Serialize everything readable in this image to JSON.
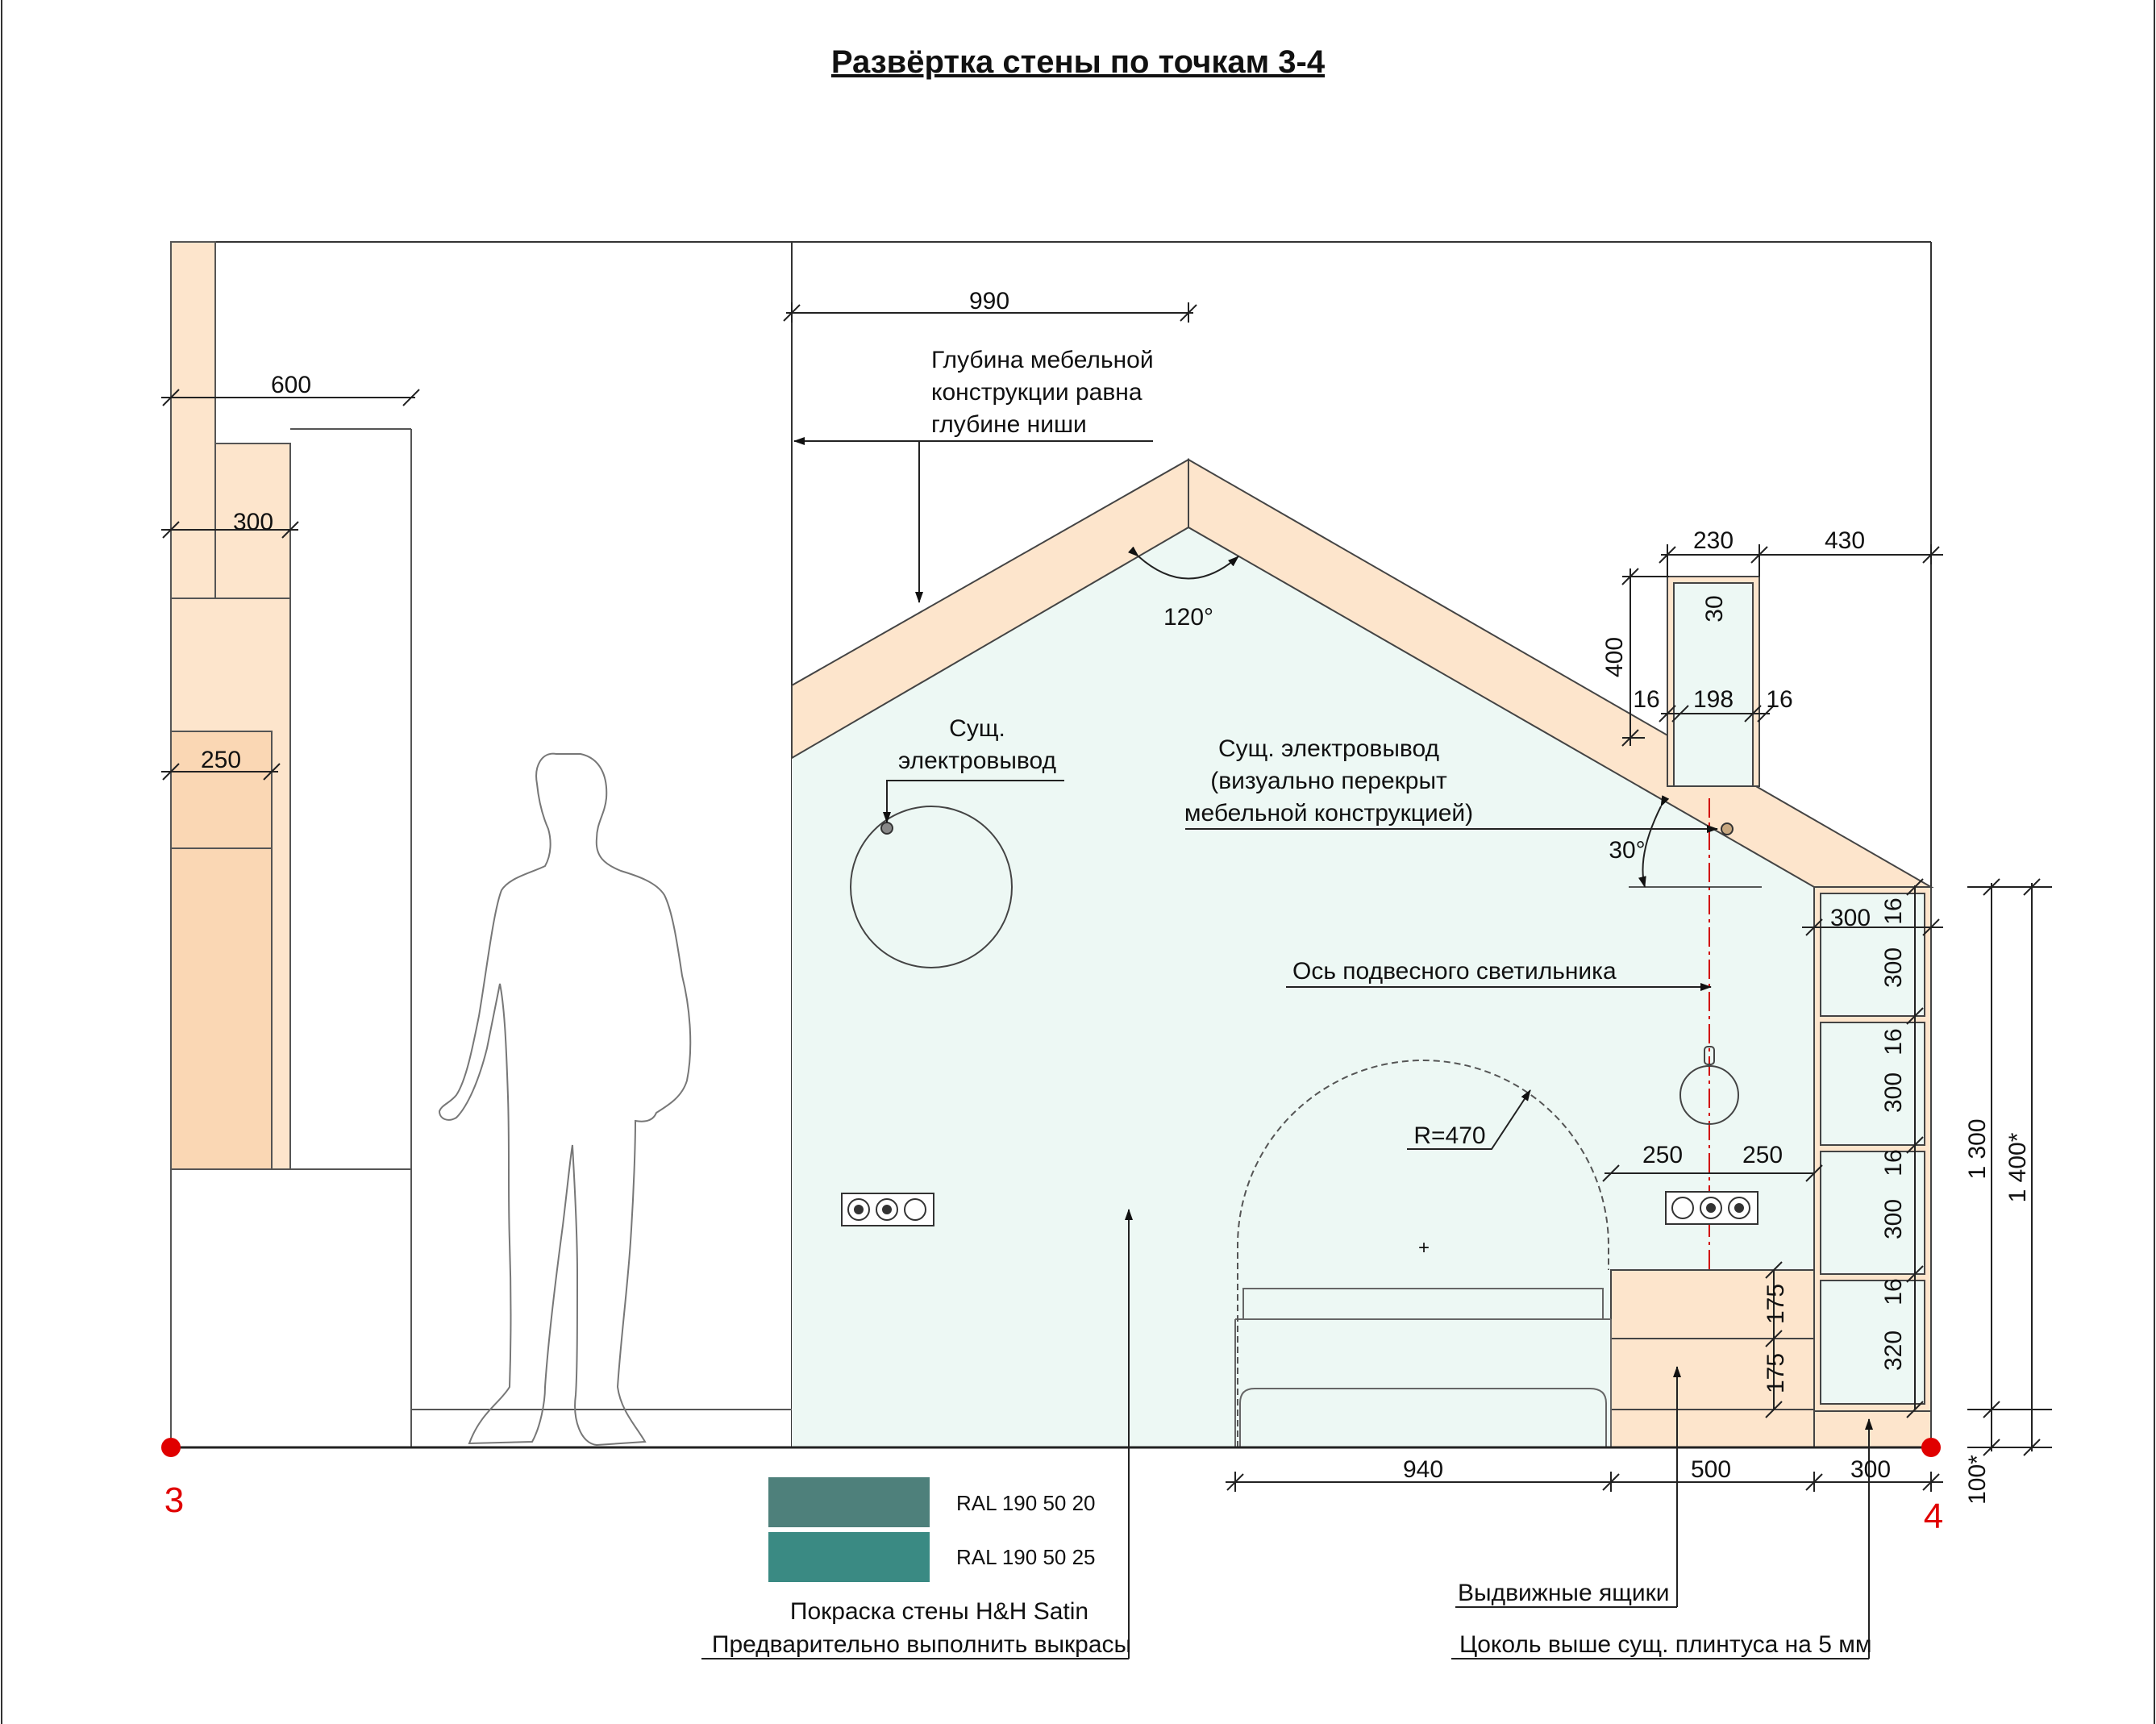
{
  "title": "Развёртка стены по точкам 3-4",
  "points": {
    "start": "3",
    "end": "4"
  },
  "colors": {
    "furniture": "#fde5cc",
    "furniture_dark": "#fad7b4",
    "wall_paint": "#edf8f4",
    "swatch_1": "#4e807b",
    "swatch_2": "#3a8a83",
    "point_red": "#e00000",
    "lamp_axis_red": "#d20000"
  },
  "dimensions": {
    "d990": "990",
    "d600": "600",
    "d300_left": "300",
    "d250_left": "250",
    "d230": "230",
    "d430": "430",
    "d400": "400",
    "d30": "30",
    "d16_a": "16",
    "d198": "198",
    "d16_b": "16",
    "d300_shelf_w": "300",
    "d16_s1": "16",
    "d300_s1": "300",
    "d16_s2": "16",
    "d300_s2": "300",
    "d16_s3": "16",
    "d300_s3": "300",
    "d16_s4": "16",
    "d320": "320",
    "d1300": "1 300",
    "d1400": "1 400*",
    "d100": "100*",
    "d250_a": "250",
    "d250_b": "250",
    "d175_a": "175",
    "d175_b": "175",
    "d940": "940",
    "d500": "500",
    "d300_bottom": "300",
    "angle_120": "120°",
    "angle_30": "30°",
    "radius": "R=470"
  },
  "notes": {
    "depth": [
      "Глубина мебельной",
      "конструкции равна",
      "глубине ниши"
    ],
    "outlet_left": [
      "Сущ.",
      "электровывод"
    ],
    "outlet_right": [
      "Сущ. электровывод",
      "(визуально перекрыт",
      "мебельной конструкцией)"
    ],
    "lamp_axis": "Ось подвесного светильника",
    "drawers": "Выдвижные ящики",
    "plinth": "Цоколь выше сущ. плинтуса на 5 мм",
    "paint": [
      "Покраска стены H&H Satin",
      "Предварительно выполнить выкрасы"
    ]
  },
  "legend": [
    {
      "label": "RAL 190 50 20",
      "color": "#4e807b"
    },
    {
      "label": "RAL 190 50 25",
      "color": "#3a8a83"
    }
  ]
}
